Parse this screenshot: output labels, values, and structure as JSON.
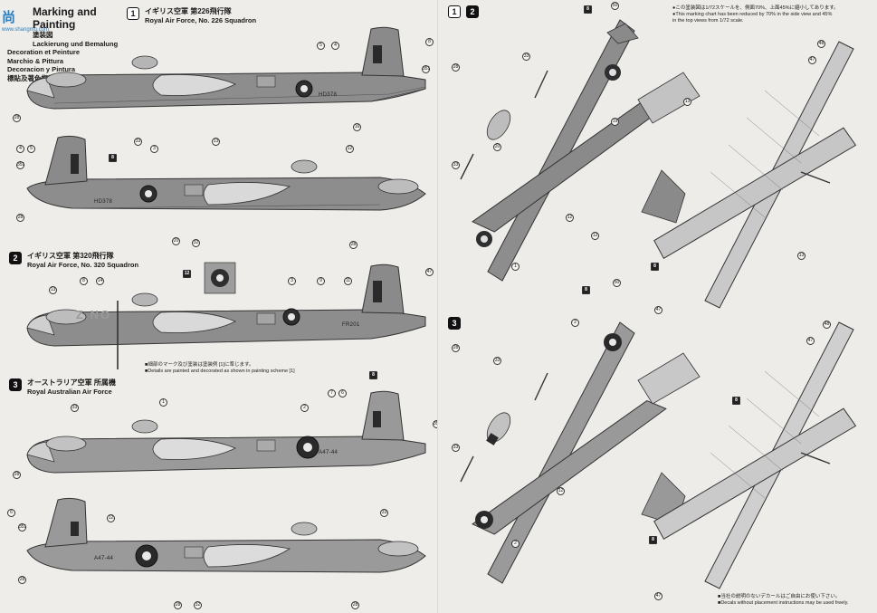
{
  "left": {
    "lang": {
      "title": "Marking and Painting",
      "lines": [
        "塗装図",
        "Lackierung und Bemalung",
        "Decoration et Peinture",
        "Marchio & Pittura",
        "Decoracion y Pintura",
        "標貼及著色指示"
      ]
    },
    "watermark": {
      "text": "尚",
      "url": "www.shangmo.com"
    },
    "schemes": [
      {
        "badge": "1",
        "jp": "イギリス空軍 第226飛行隊",
        "en": "Royal Air Force, No. 226 Squadron",
        "serial": "HD378"
      },
      {
        "badge": "2",
        "jp": "イギリス空軍 第320飛行隊",
        "en": "Royal Air Force, No. 320 Squadron",
        "serial": "FR201",
        "codes": "Z     NO"
      },
      {
        "badge": "3",
        "jp": "オーストラリア空軍 所属機",
        "en": "Royal Australian Air Force",
        "serial": "A47-44"
      }
    ],
    "note_jp": "■細部のマーク及び塗装は塗装例 [1]に準じます。",
    "note_en": "■Details are painted and decorated as shown in painting scheme [1]"
  },
  "right": {
    "header": {
      "badge1": "1",
      "badge2": "2",
      "scheme3": "3"
    },
    "notes": [
      "●この塗装図は1/72スケールを、側面70%、上面45%に縮小してあります。",
      "●This marking chart has been reduced by 70% in the side view and 45%",
      "  in the top views from 1/72 scale."
    ],
    "footer": [
      "■当社の説明のないデカールはご自由にお使い下さい。",
      "■Decals without placement instructions may be used freely."
    ]
  },
  "callouts": {
    "c1": "1",
    "c2": "2",
    "c3": "3",
    "c4": "4",
    "c5": "5",
    "c6": "6",
    "c7": "7",
    "c8": "8",
    "c9": "9",
    "c11": "11",
    "c12": "12",
    "c13": "13",
    "c14": "14",
    "c16": "16",
    "c19": "19",
    "c20": "20",
    "c28": "28",
    "c32": "32",
    "c33": "33",
    "c47": "47",
    "c48": "48",
    "c50": "50",
    "c351": "351"
  }
}
